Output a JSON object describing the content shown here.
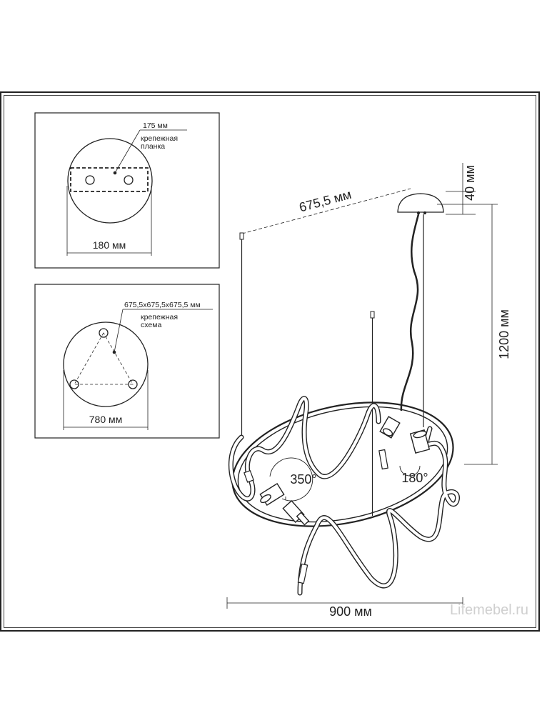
{
  "panel_top": {
    "bracket_size": "175 мм",
    "bracket_label_line1": "крепежная",
    "bracket_label_line2": "планка",
    "canopy_diameter": "180 мм"
  },
  "panel_bottom": {
    "scheme_size": "675,5x675,5x675,5 мм",
    "scheme_label_line1": "крепежная",
    "scheme_label_line2": "схема",
    "ring_diameter": "780 мм"
  },
  "main": {
    "triangle_side": "675,5 мм",
    "canopy_height": "40 мм",
    "suspension_height": "1200 мм",
    "rotation_left": "350°",
    "rotation_right": "180°",
    "total_width": "900 мм"
  },
  "watermark": "Lifemebel.ru"
}
